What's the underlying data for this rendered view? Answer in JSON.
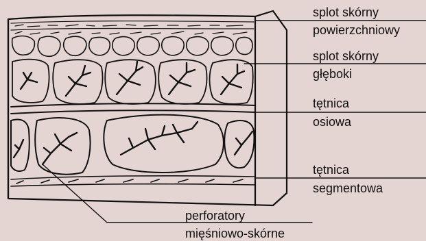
{
  "labels": {
    "superficial_plexus": {
      "line1": "splot skórny",
      "line2": "powierzchniowy"
    },
    "deep_plexus": {
      "line1": "splot skórny",
      "line2": "głęboki"
    },
    "axial_artery": {
      "line1": "tętnica",
      "line2": "osiowa"
    },
    "segmental_artery": {
      "line1": "tętnica",
      "line2": "segmentowa"
    },
    "perforators": {
      "line1": "perforatory",
      "line2": "mięśniowo-skórne"
    }
  },
  "colors": {
    "background": "#e4d5d3",
    "ink": "#111111"
  }
}
